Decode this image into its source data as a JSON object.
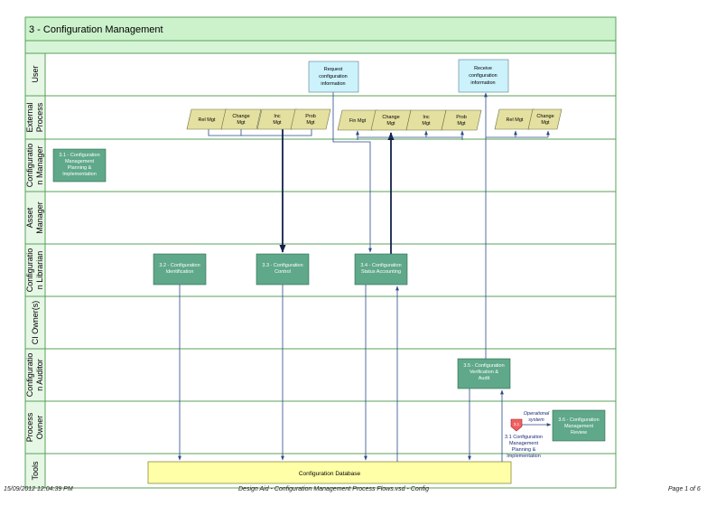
{
  "title": "3 - Configuration Management",
  "lanes": [
    {
      "id": "user",
      "label": "User"
    },
    {
      "id": "external",
      "label": "External Process"
    },
    {
      "id": "config-manager",
      "label": "Configuratio n Manager"
    },
    {
      "id": "asset-manager",
      "label": "Asset Manager"
    },
    {
      "id": "config-librarian",
      "label": "Configuratio n Librarian"
    },
    {
      "id": "ci-owner",
      "label": "CI Owner(s)"
    },
    {
      "id": "config-auditor",
      "label": "Configuratio n Auditor"
    },
    {
      "id": "process-owner",
      "label": "Process Owner"
    },
    {
      "id": "tools",
      "label": "Tools"
    }
  ],
  "request_boxes": [
    {
      "id": "request",
      "label": "Request configuration information"
    },
    {
      "id": "receive",
      "label": "Receive configuration information"
    }
  ],
  "external_processes": [
    {
      "id": "rel-mgt-1",
      "label": "Rel Mgt"
    },
    {
      "id": "change-mgt-1",
      "label": "Change Mgt"
    },
    {
      "id": "inc-mgt-1",
      "label": "Inc Mgt"
    },
    {
      "id": "prob-mgt-1",
      "label": "Prob Mgt"
    },
    {
      "id": "fin-mgt",
      "label": "Fin Mgt"
    },
    {
      "id": "change-mgt-2",
      "label": "Change Mgt"
    },
    {
      "id": "inc-mgt-2",
      "label": "Inc Mgt"
    },
    {
      "id": "prob-mgt-2",
      "label": "Prob Mgt"
    },
    {
      "id": "rel-mgt-2",
      "label": "Rel Mgt"
    },
    {
      "id": "change-mgt-3",
      "label": "Change Mgt"
    }
  ],
  "process_steps": [
    {
      "id": "step-3-1",
      "label": "3.1 - Configuration Management Planning & Implementation"
    },
    {
      "id": "step-3-2",
      "label": "3.2 - Configuration Identification"
    },
    {
      "id": "step-3-3",
      "label": "3.3 - Configuration Control"
    },
    {
      "id": "step-3-4",
      "label": "3.4 - Configuration Status Accounting"
    },
    {
      "id": "step-3-5",
      "label": "3.5 - Configuration Verification & Audit"
    },
    {
      "id": "step-3-6",
      "label": "3.6 - Configuration Management Review"
    }
  ],
  "database": {
    "label": "Configuration Database"
  },
  "annotations": {
    "operational_system": "Operational system",
    "badge": "3.1",
    "offpage_ref": "3.1 Configuration Management Planning & Implementation"
  },
  "footer": {
    "timestamp": "15/09/2012 12:04:39 PM",
    "file": "Design Aid - Configuration Management Process Flows.vsd - Config",
    "page": "Page 1 of 6"
  },
  "colors": {
    "title_bg": "#ccf2cc",
    "band_bg": "#d6f5d6",
    "lane_label_bg": "#e6f7e6",
    "lane_border": "#5aa05a",
    "step_fill": "#5fa88a",
    "step_text": "#ffffff",
    "request_fill": "#ccf2fc",
    "parallelogram_fill": "#e4e0a0",
    "database_fill": "#ffffa8",
    "arrow": "#2b4a8a",
    "arrow_dark": "#10224a",
    "badge_fill": "#f06060"
  }
}
